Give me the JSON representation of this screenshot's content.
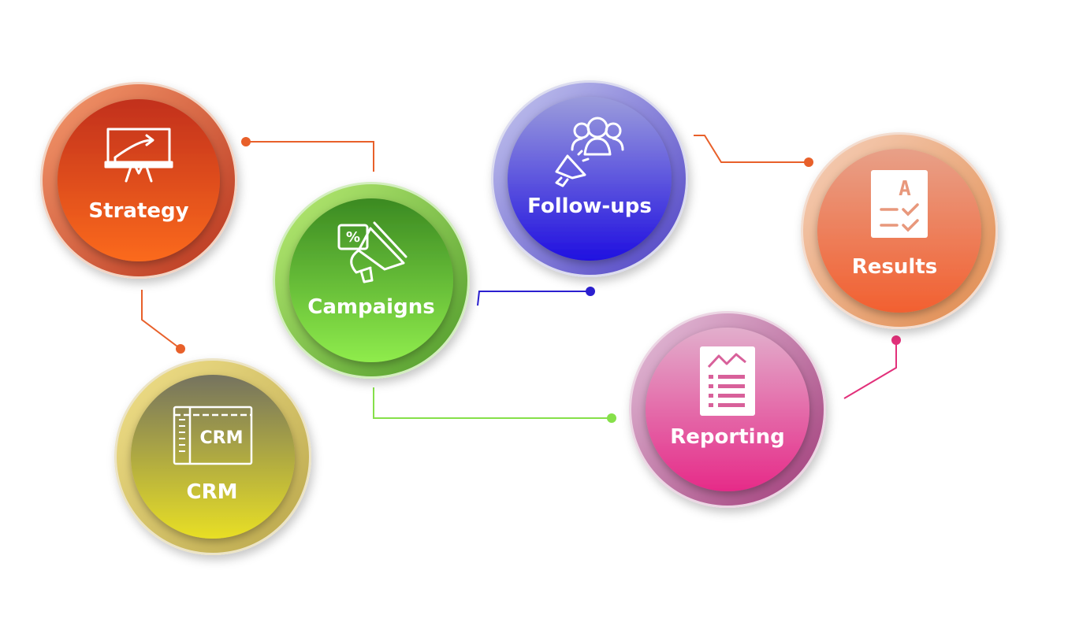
{
  "nodes": {
    "strategy": {
      "label": "Strategy",
      "icon": "presentation-board-icon",
      "outer_light": "#f59a6e",
      "outer_dark": "#b8341c",
      "inner_top": "#c2301c",
      "inner_bottom": "#fb6a1c",
      "rim": "#f2d4c4"
    },
    "crm": {
      "label": "CRM",
      "icon_text": "CRM",
      "icon": "crm-window-icon",
      "outer_light": "#f1e08a",
      "outer_dark": "#b9a64a",
      "inner_top": "#75735f",
      "inner_bottom": "#e8df25",
      "rim": "#ece4c6"
    },
    "campaigns": {
      "label": "Campaigns",
      "icon": "megaphone-discount-icon",
      "outer_light": "#b9ec74",
      "outer_dark": "#4f9a2a",
      "inner_top": "#3b8a22",
      "inner_bottom": "#8fec4c",
      "rim": "#d3eebf"
    },
    "followups": {
      "label": "Follow-ups",
      "icon": "team-megaphone-icon",
      "outer_light": "#c6c8ef",
      "outer_dark": "#4c3fc4",
      "inner_top": "#9b9cdc",
      "inner_bottom": "#2010e0",
      "rim": "#dcdcef"
    },
    "reporting": {
      "label": "Reporting",
      "icon": "report-document-icon",
      "outer_light": "#e6c2dc",
      "outer_dark": "#a03a78",
      "inner_top": "#e2aecc",
      "inner_bottom": "#e62a88",
      "rim": "#ecd6e4"
    },
    "results": {
      "label": "Results",
      "icon": "checklist-grade-icon",
      "icon_text": "A",
      "outer_light": "#f6d0ba",
      "outer_dark": "#e08a4c",
      "inner_top": "#e8a088",
      "inner_bottom": "#f26030",
      "rim": "#f3ddd0"
    }
  },
  "connectors": {
    "strategy_campaigns": {
      "color": "#e8602a"
    },
    "strategy_crm": {
      "color": "#e8602a"
    },
    "campaigns_followups": {
      "color": "#2b1fd0"
    },
    "campaigns_reporting": {
      "color": "#86e04a"
    },
    "followups_results": {
      "color": "#e8602a"
    },
    "reporting_results": {
      "color": "#e2307a"
    }
  }
}
